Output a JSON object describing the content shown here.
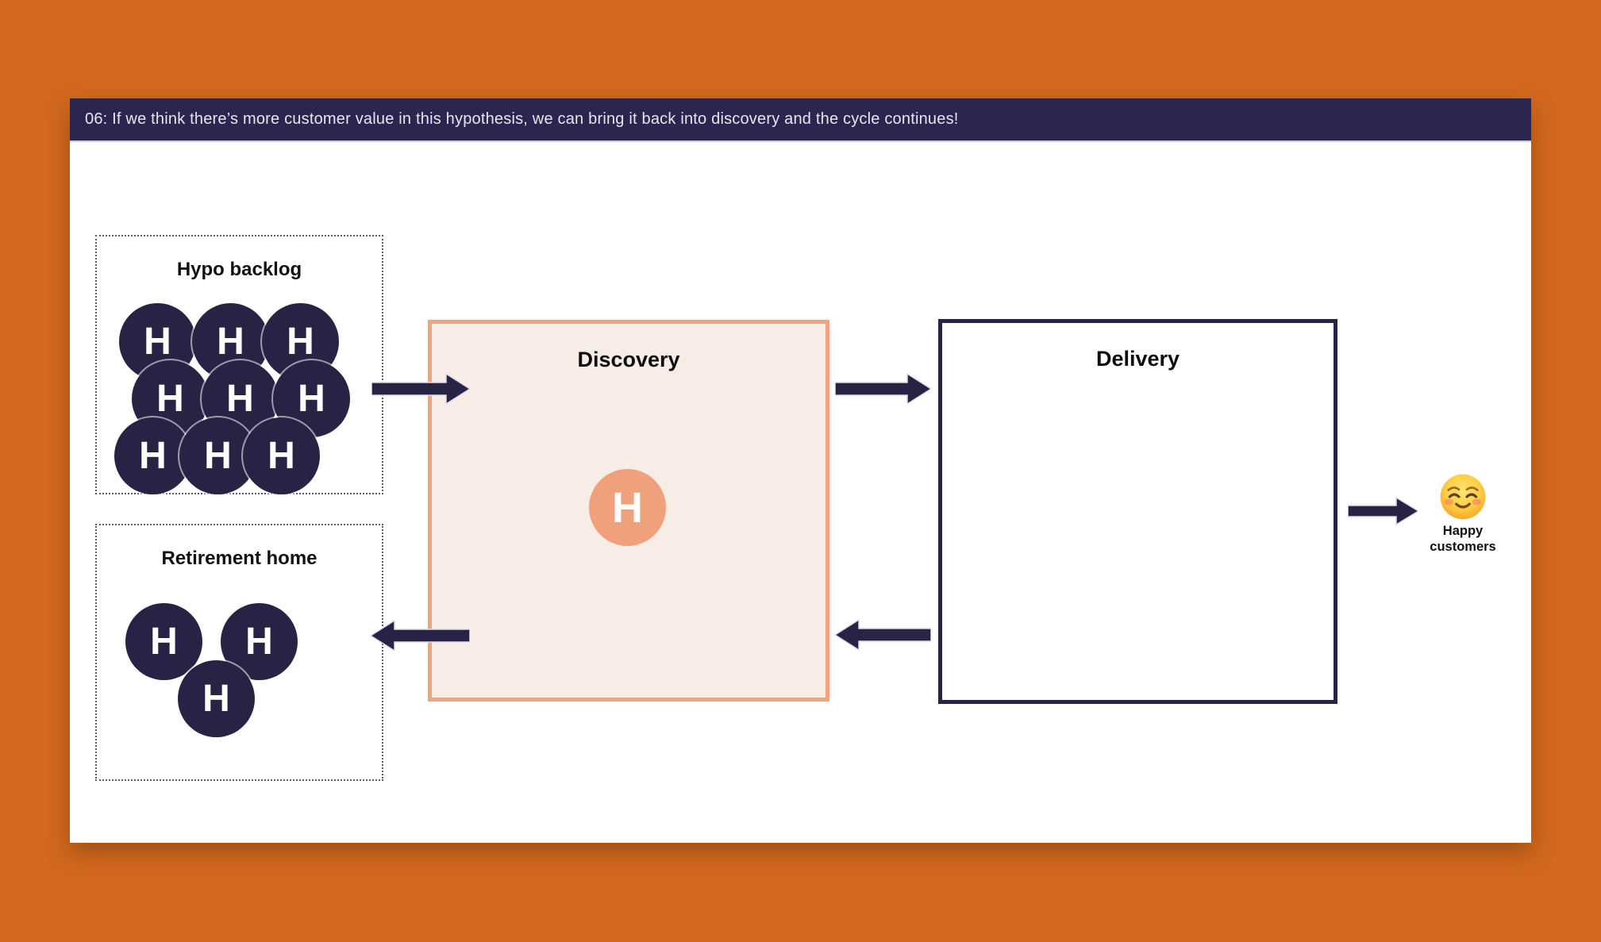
{
  "slide": {
    "caption": "06: If we think there’s more customer value in this hypothesis, we can bring it back into discovery and the cycle continues!"
  },
  "hypo_backlog": {
    "title": "Hypo backlog",
    "items": [
      "H",
      "H",
      "H",
      "H",
      "H",
      "H",
      "H",
      "H",
      "H"
    ]
  },
  "retirement_home": {
    "title": "Retirement home",
    "items": [
      "H",
      "H",
      "H"
    ]
  },
  "discovery": {
    "title": "Discovery",
    "hypothesis_label": "H"
  },
  "delivery": {
    "title": "Delivery"
  },
  "happy_customers": {
    "line1": "Happy",
    "line2": "customers",
    "emoji": "relieved-smiling-face"
  },
  "colors": {
    "background": "#D2691E",
    "card": "#FFFFFF",
    "banner": "#2A2650",
    "navy": "#272345",
    "discovery_fill": "#F8ECE6",
    "discovery_border": "#F1A57E",
    "hypothesis_orange": "#EFA17B"
  }
}
